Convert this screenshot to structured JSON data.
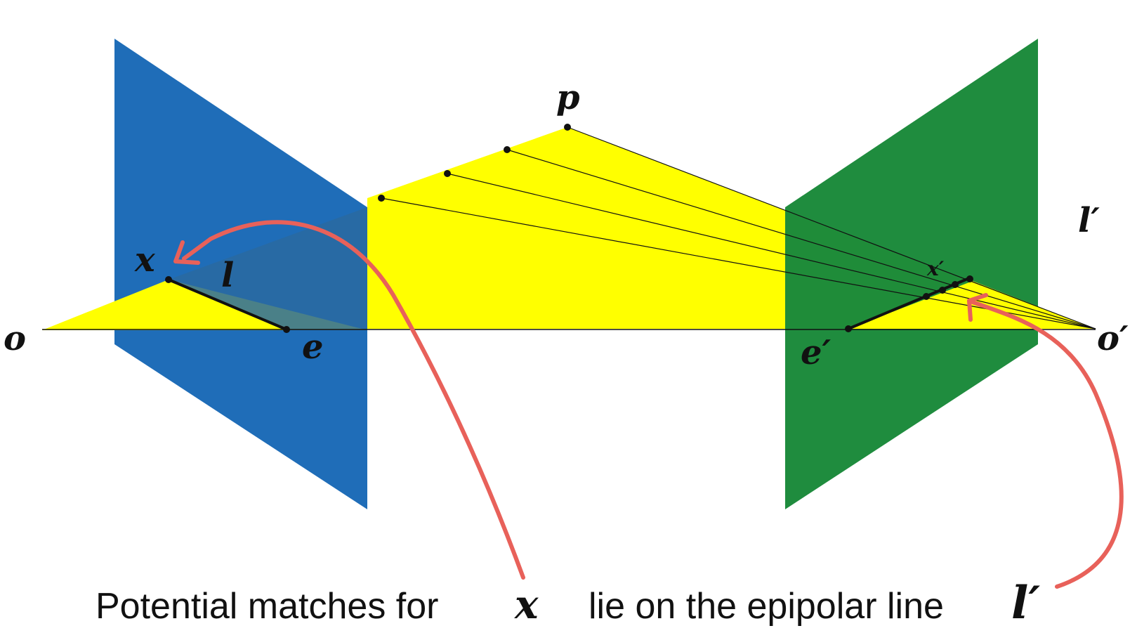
{
  "labels": {
    "p": "p",
    "o": "o",
    "e": "e",
    "x": "x",
    "l": "l",
    "o_prime": "o′",
    "e_prime": "e′",
    "x_prime": "x′",
    "l_prime": "l′"
  },
  "caption": {
    "part1": "Potential matches for",
    "symbol_x": "x",
    "part2": "lie on the epipolar line",
    "symbol_l": "l′"
  },
  "colors": {
    "left_image_plane": "#1f6db8",
    "right_image_plane": "#1b8a3a",
    "epipolar_plane": "#ffff00",
    "annotation_arrow": "#e8615a",
    "lines": "#111111"
  }
}
